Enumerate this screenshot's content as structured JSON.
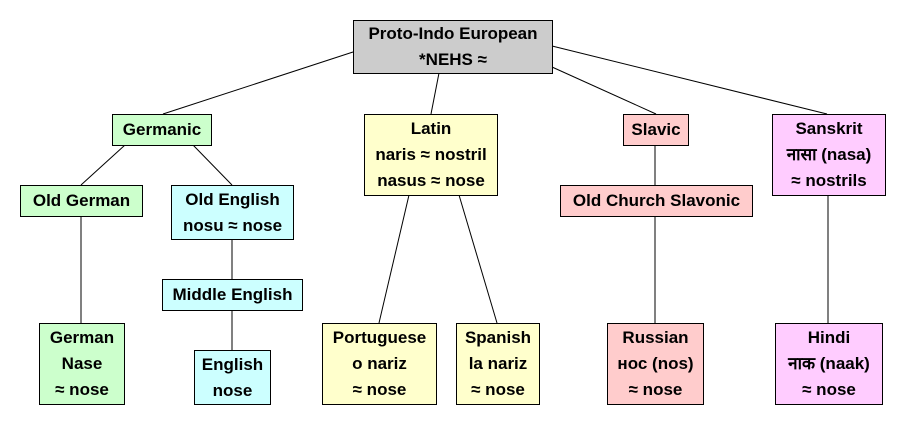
{
  "colors": {
    "root": "#cccccc",
    "germanic": "#ccffcc",
    "english": "#ccffff",
    "italic": "#ffffcc",
    "slavic": "#ffcccc",
    "indic": "#ffccff",
    "edge": "#000000"
  },
  "nodes": {
    "pie": {
      "lines": [
        "Proto-Indo European",
        "*NEHS ≈"
      ]
    },
    "germanic": {
      "lines": [
        "Germanic"
      ]
    },
    "latin": {
      "lines": [
        "Latin",
        "naris ≈ nostril",
        "nasus ≈ nose"
      ]
    },
    "slavic": {
      "lines": [
        "Slavic"
      ]
    },
    "sanskrit": {
      "lines": [
        "Sanskrit",
        "नासा (nasa)",
        "≈ nostrils"
      ]
    },
    "old_german": {
      "lines": [
        "Old German"
      ]
    },
    "old_english": {
      "lines": [
        "Old English",
        "nosu ≈ nose"
      ]
    },
    "middle_english": {
      "lines": [
        "Middle English"
      ]
    },
    "old_church_slavonic": {
      "lines": [
        "Old Church Slavonic"
      ]
    },
    "german": {
      "lines": [
        "German",
        "Nase",
        "≈ nose"
      ]
    },
    "english": {
      "lines": [
        "English",
        "nose"
      ]
    },
    "portuguese": {
      "lines": [
        "Portuguese",
        "o nariz",
        "≈ nose"
      ]
    },
    "spanish": {
      "lines": [
        "Spanish",
        "la nariz",
        "≈ nose"
      ]
    },
    "russian": {
      "lines": [
        "Russian",
        "нос (nos)",
        "≈ nose"
      ]
    },
    "hindi": {
      "lines": [
        "Hindi",
        "नाक (naak)",
        "≈ nose"
      ]
    }
  },
  "edges": [
    [
      "pie",
      "germanic"
    ],
    [
      "pie",
      "latin"
    ],
    [
      "pie",
      "slavic"
    ],
    [
      "pie",
      "sanskrit"
    ],
    [
      "germanic",
      "old_german"
    ],
    [
      "germanic",
      "old_english"
    ],
    [
      "old_german",
      "german"
    ],
    [
      "old_english",
      "middle_english"
    ],
    [
      "middle_english",
      "english"
    ],
    [
      "latin",
      "portuguese"
    ],
    [
      "latin",
      "spanish"
    ],
    [
      "slavic",
      "old_church_slavonic"
    ],
    [
      "old_church_slavonic",
      "russian"
    ],
    [
      "sanskrit",
      "hindi"
    ]
  ]
}
